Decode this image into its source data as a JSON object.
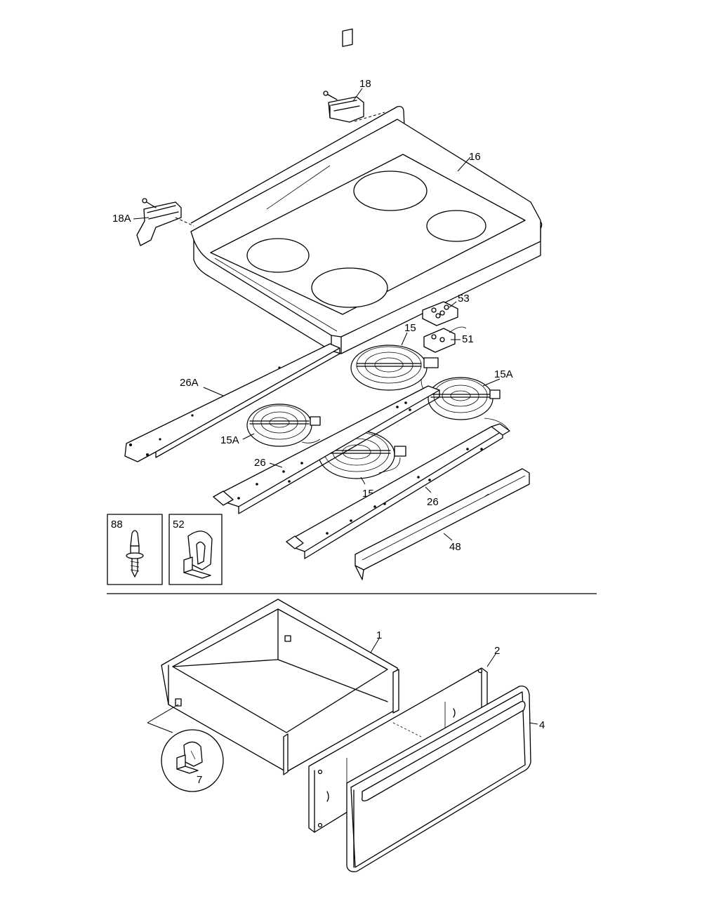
{
  "labels": {
    "l18": "18",
    "l18a": "18A",
    "l16": "16",
    "l53": "53",
    "l51": "51",
    "l15_top": "15",
    "l15a_right": "15A",
    "l26a": "26A",
    "l15a_left": "15A",
    "l26_left": "26",
    "l15_bottom": "15",
    "l26_right": "26",
    "l48": "48",
    "l88": "88",
    "l52": "52",
    "l1": "1",
    "l2": "2",
    "l4": "4",
    "l7": "7"
  }
}
